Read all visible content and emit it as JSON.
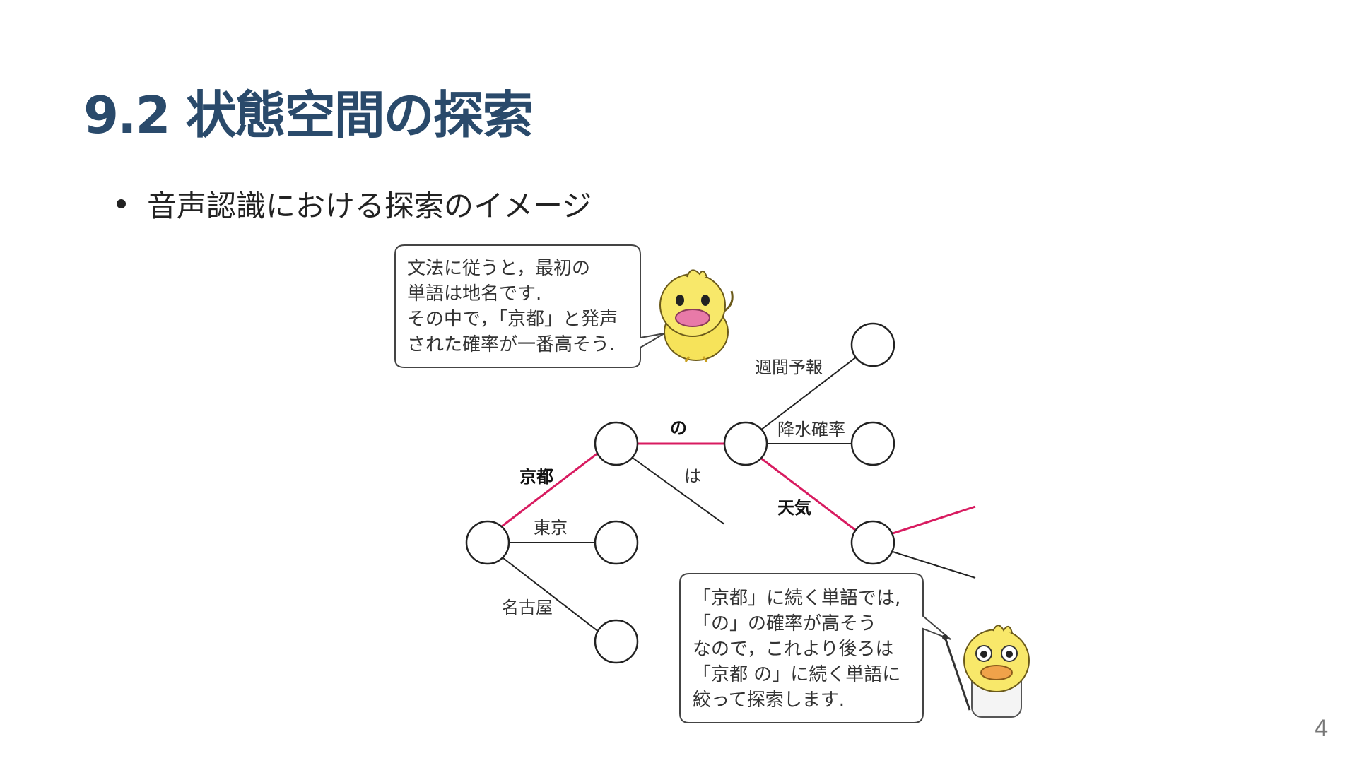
{
  "slide": {
    "title": "9.2 状態空間の探索",
    "bullet": "音声認識における探索のイメージ",
    "page_number": "4"
  },
  "diagram": {
    "edge_labels": {
      "kyoto": "京都",
      "tokyo": "東京",
      "nagoya": "名古屋",
      "no": "の",
      "wa": "は",
      "shukan_yoho": "週間予報",
      "kousui_kakuritsu": "降水確率",
      "tenki": "天気"
    },
    "bubble_top": [
      "文法に従うと，最初の",
      "単語は地名です.",
      "その中で，「京都」と発声",
      "された確率が一番高そう."
    ],
    "bubble_bottom": [
      "「京都」に続く単語では,",
      "「の」の確率が高そう",
      "なので，これより後ろは",
      "「京都 の」に続く単語に",
      "絞って探索します."
    ]
  },
  "colors": {
    "title": "#2a4a6b",
    "highlight_path": "#d81b60"
  }
}
